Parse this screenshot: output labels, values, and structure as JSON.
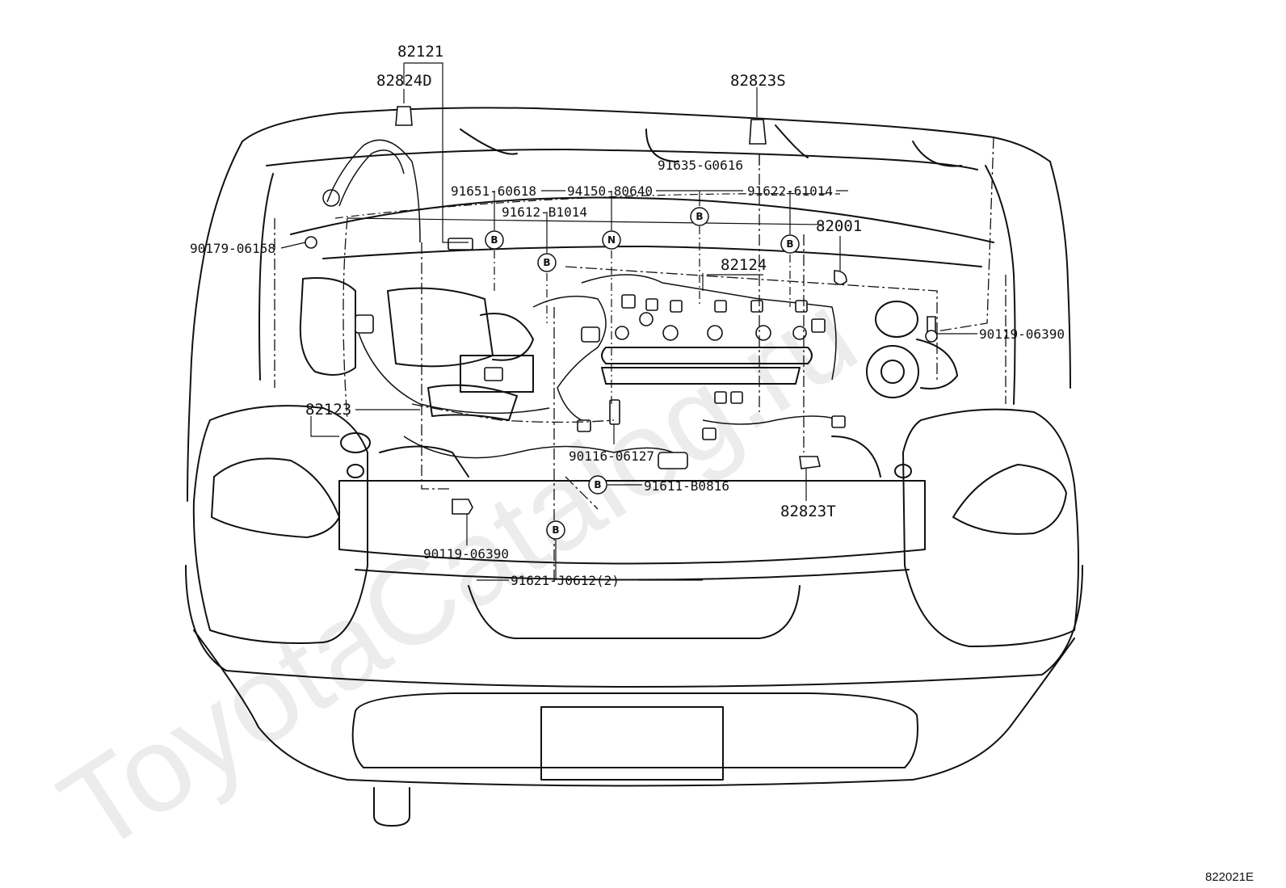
{
  "watermark": "ToyotaCatalog.ru",
  "diagram_ref": "822021E",
  "badges": {
    "b": "B",
    "n": "N"
  },
  "callouts": {
    "p82121": "82121",
    "p82824D": "82824D",
    "p82823S": "82823S",
    "p91635G0616": "91635-G0616",
    "p9165160618": "91651-60618",
    "p9415080640": "94150-80640",
    "p9162261014": "91622-61014",
    "p91612B1014": "91612-B1014",
    "p82001": "82001",
    "p9017906158": "90179-06158",
    "p82124": "82124",
    "p9011906390_right": "90119-06390",
    "p82123": "82123",
    "p9011606127": "90116-06127",
    "p91611B0816": "91611-B0816",
    "p82823T": "82823T",
    "p9011906390_left": "90119-06390",
    "p91621J0612": "91621-J0612(2)"
  }
}
